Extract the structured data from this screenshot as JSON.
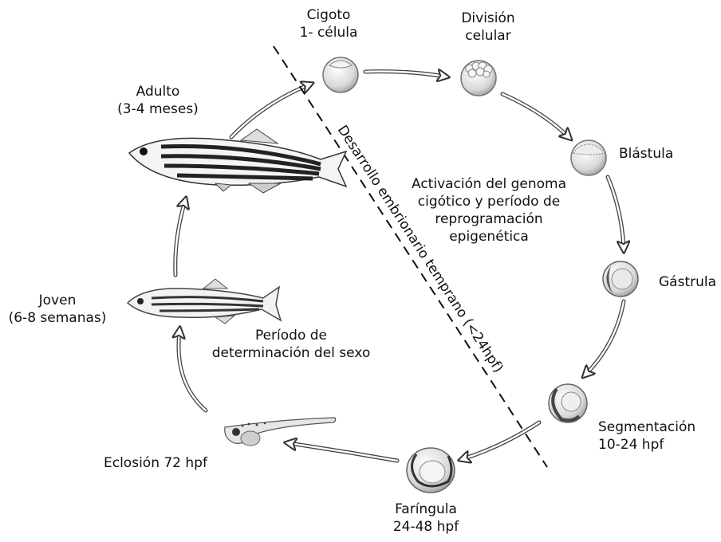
{
  "stages": {
    "cigoto": [
      "Cigoto",
      "1- célula"
    ],
    "division": [
      "División",
      "celular"
    ],
    "blastula": "Blástula",
    "gastrula": "Gástrula",
    "segmentacion": [
      "Segmentación",
      "10-24 hpf"
    ],
    "faringula": [
      "Faríngula",
      "24-48 hpf"
    ],
    "eclosion": "Eclosión 72 hpf",
    "joven": [
      "Joven",
      "(6-8 semanas)"
    ],
    "adulto": [
      "Adulto",
      "(3-4 meses)"
    ]
  },
  "notes": {
    "activacion": [
      "Activación del genoma",
      "cigótico y período de",
      "reprogramación",
      "epigenética"
    ],
    "sexo": [
      "Período de",
      "determinación del sexo"
    ],
    "diagonal": "Desarrollo embrionario temprano (<24hpf)"
  }
}
